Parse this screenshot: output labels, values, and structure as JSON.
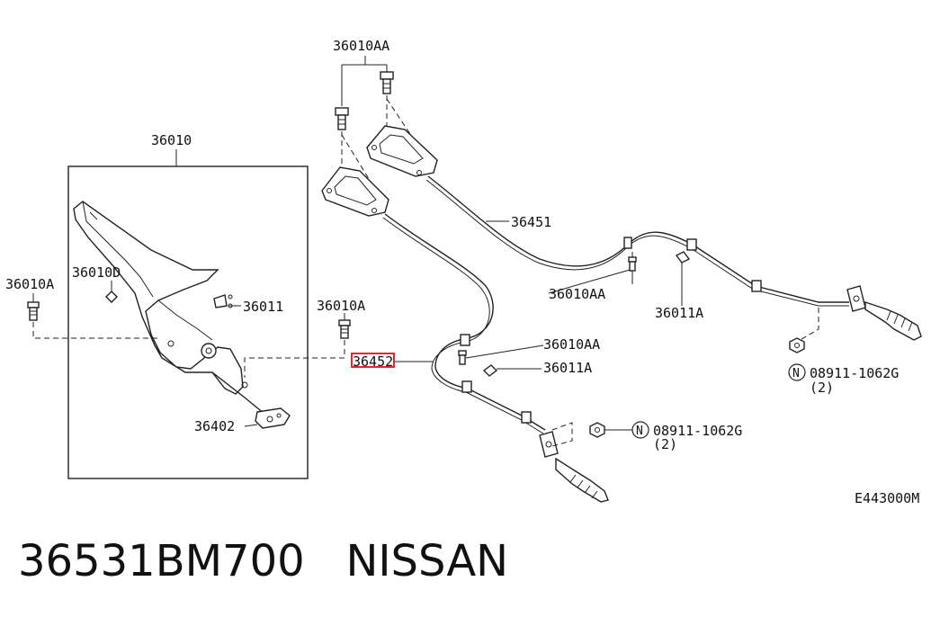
{
  "diagram": {
    "callouts": {
      "parking_brake_lever": "36010",
      "bolt_top": "36010AA",
      "bolt_left": "36010A",
      "bolt_mid": "36010A",
      "nut_lever": "36010D",
      "clip_lever": "36011",
      "front_cable": "36402",
      "rear_cable_right": "36451",
      "rear_cable_left_partial": "36452",
      "bolt_right": "36010AA",
      "bolt_center": "36010AA",
      "clip_right": "36011A",
      "clip_center": "36011A",
      "nut_right_part": "08911-1062G",
      "nut_right_qty": "(2)",
      "nut_center_part": "08911-1062G",
      "nut_center_qty": "(2)",
      "nut_symbol": "N",
      "diagram_id": "E443000M"
    },
    "highlight_color": "#e8262c"
  },
  "caption": {
    "part_number": "36531BM700",
    "brand": "NISSAN"
  }
}
